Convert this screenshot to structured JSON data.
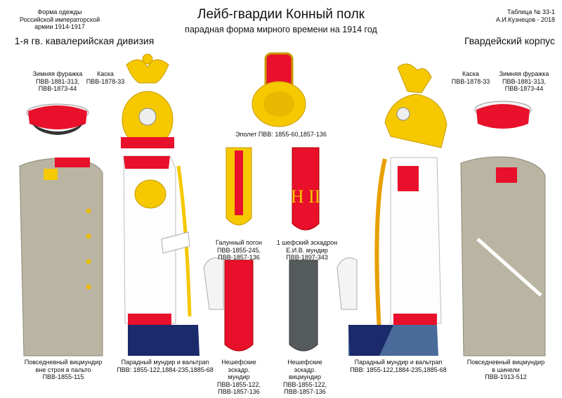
{
  "header": {
    "title": "Лейб-гвардии Конный полк",
    "subtitle": "парадная форма мирного времени на 1914 год",
    "left_note": "Форма одежды\nРоссийской императорской\nармии  1914-1917",
    "right_note": "Таблица № 33-1\nА.И.Кузнецов - 2018",
    "division": "1-я гв. кавалерийская дивизия",
    "corps": "Гвардейский корпус"
  },
  "labels": {
    "cap_left": "Зимняя фуражка\nПВВ-1881-313,\nПВВ-1873-44",
    "helmet_left": "Каска\nПВВ-1878-33",
    "helmet_right": "Каска\nПВВ-1878-33",
    "cap_right": "Зимняя фуражка\nПВВ-1881-313,\nПВВ-1873-44",
    "epaulette": "Эполет ПВВ: 1855-60,1857-136",
    "galloon_strap": "Галунный погон\nПВВ-1855-245,\nПВВ-1857-136",
    "chef_strap": "1 шефский эскадрон\nЕ.И.В.  мундир\nПВВ-1897-343",
    "bottom_1": "Повседневный вицмундир\nвне строя в пальто\nПВВ-1855-115",
    "bottom_2": "Парадный мундир и вальтрап\nПВВ: 1855-122,1884-235,1885-68",
    "bottom_3": "Нешефские эскадр.\nмундир\nПВВ-1855-122,\nПВВ-1857-136",
    "bottom_4": "Нешефские эскадр.\nвицмундир\nПВВ-1855-122,\nПВВ-1857-136",
    "bottom_5": "Парадный мундир и вальтрап\nПВВ: 1855-122,1884-235,1885-68",
    "bottom_6": "Повседневный вицмундир\nв шинели\nПВВ-1913-512"
  },
  "monogram": "Н II",
  "colors": {
    "red": "#e8102a",
    "gold": "#f5c800",
    "grey_coat": "#b9b5a2",
    "white": "#ffffff",
    "navy": "#1b2a6b",
    "dark_grey": "#555a5c"
  }
}
